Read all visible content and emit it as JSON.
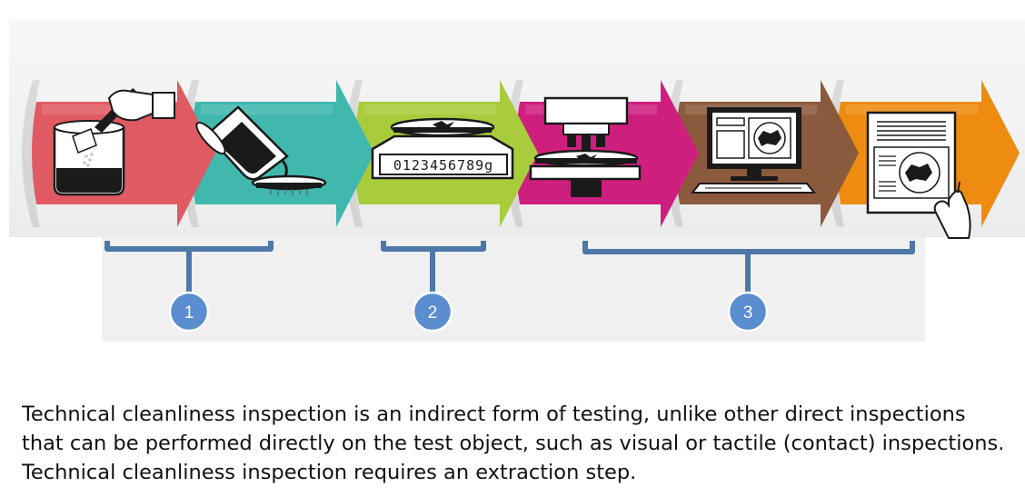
{
  "steps": [
    {
      "color": "#e05a63",
      "icon": "powder-into-beaker-icon"
    },
    {
      "color": "#40b8ae",
      "icon": "pour-onto-filter-icon"
    },
    {
      "color": "#a8cc3c",
      "icon": "weighing-scale-icon"
    },
    {
      "color": "#cf1f7e",
      "icon": "microscope-icon"
    },
    {
      "color": "#8b5a3c",
      "icon": "computer-analysis-icon"
    },
    {
      "color": "#ee8c12",
      "icon": "report-document-icon"
    }
  ],
  "scale_display": "0123456789g",
  "groups": [
    {
      "label": "1"
    },
    {
      "label": "2"
    },
    {
      "label": "3"
    }
  ],
  "colors": {
    "bracket": "#4d78a8",
    "badge_fill": "#5b8ed1",
    "badge_stroke": "#ffffff",
    "band": "#f0f0f0",
    "icon_dark": "#1a1a1a"
  },
  "description": "Technical cleanliness inspection is an indirect form of testing, unlike other direct inspections that can be performed directly on the test object, such as visual or tactile (contact) inspections. Technical cleanliness inspection requires an extraction step."
}
